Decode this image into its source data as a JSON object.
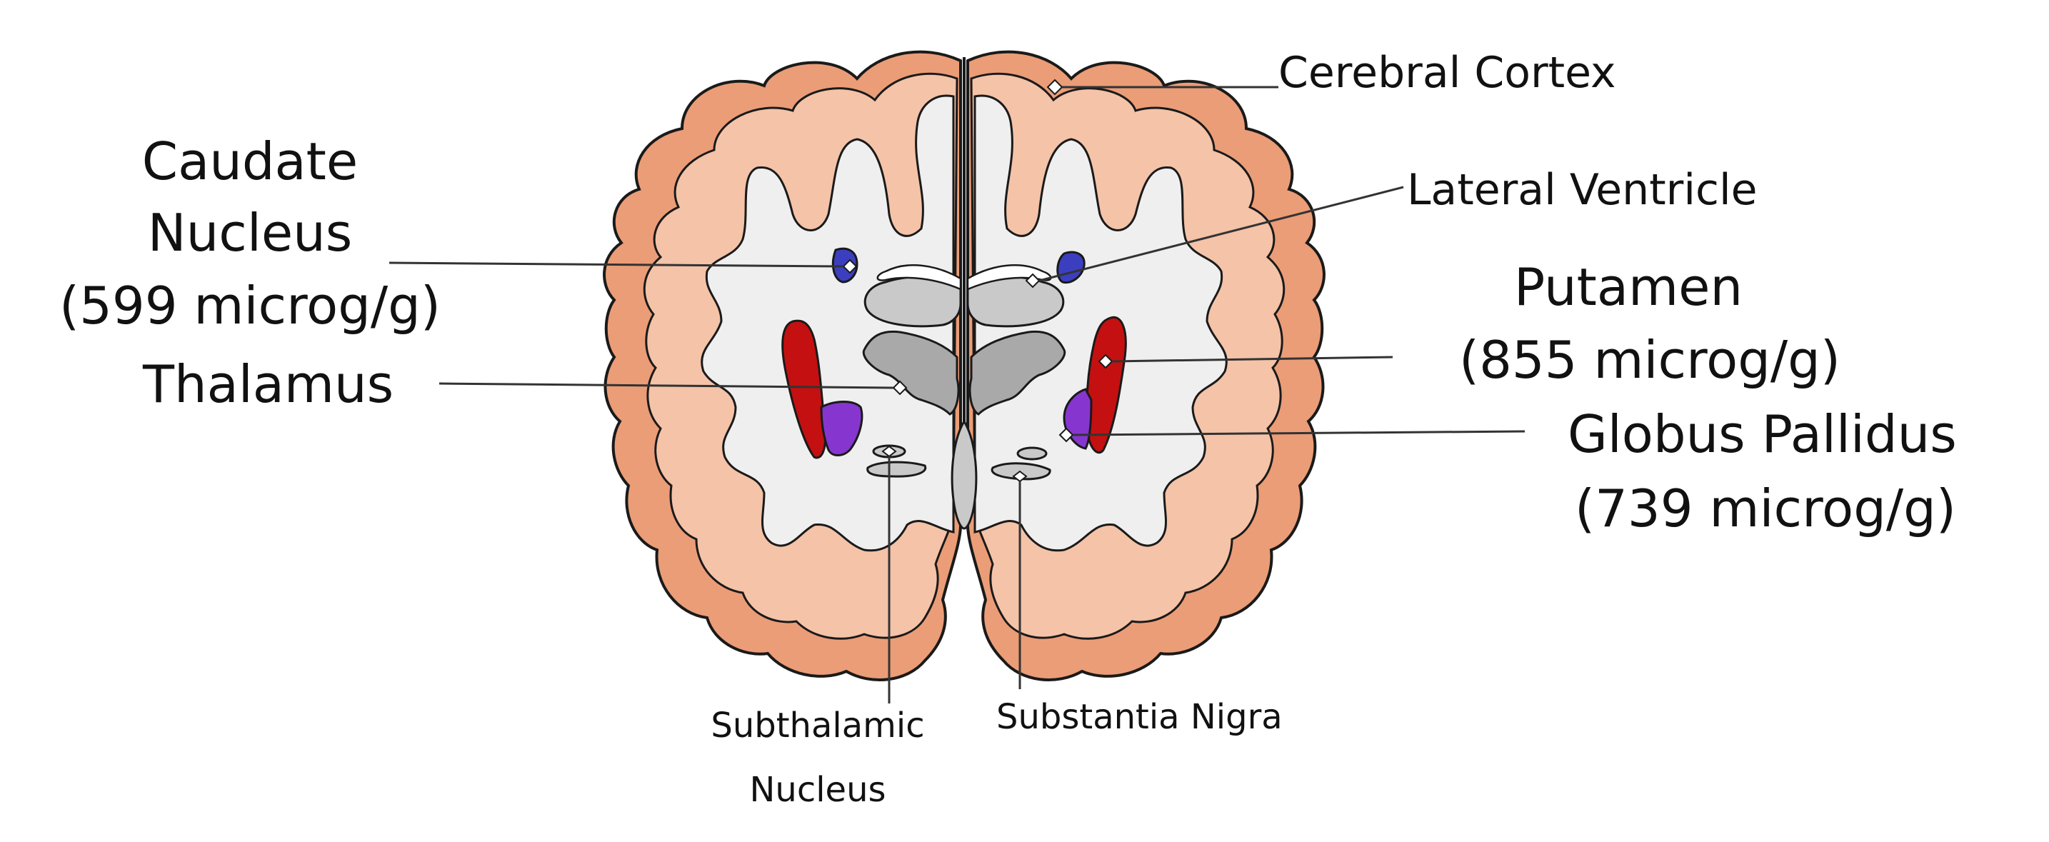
{
  "labels": {
    "cerebral_cortex": "Cerebral Cortex",
    "lateral_ventricle": "Lateral Ventricle",
    "caudate_nucleus": {
      "name_line1": "Caudate",
      "name_line2": "Nucleus",
      "value": "(599 microg/g)"
    },
    "putamen": {
      "name": "Putamen",
      "value": "(855 microg/g)"
    },
    "thalamus": "Thalamus",
    "globus_pallidus": {
      "name": "Globus Pallidus",
      "value": "(739 microg/g)"
    },
    "subthalamic_nucleus": {
      "line1": "Subthalamic",
      "line2": "Nucleus"
    },
    "substantia_nigra": "Substantia Nigra"
  },
  "colors": {
    "cortex_outer": "#e7956c",
    "cortex_inner": "#f6d0ba",
    "white_matter": "#efefef",
    "outline": "#1a1a1a",
    "caudate": "#3b3fbf",
    "putamen": "#c41010",
    "globus_pallidus": "#8636cf",
    "thalamus": "#a9a9a9",
    "ventricle": "#c9c9c9",
    "leader_line": "#333333"
  }
}
